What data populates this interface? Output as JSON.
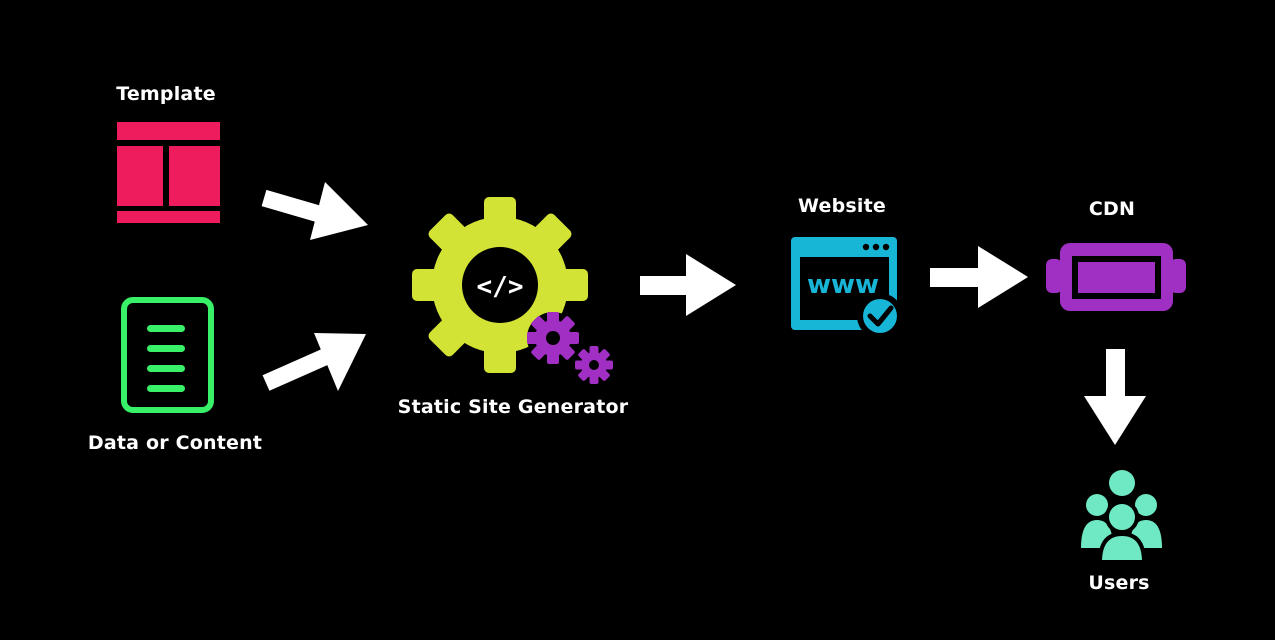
{
  "diagram": {
    "nodes": {
      "template": {
        "label": "Template",
        "color": "#ee1c5c",
        "icon": "template-layout-icon"
      },
      "data": {
        "label": "Data or Content",
        "color": "#39f069",
        "icon": "document-icon"
      },
      "ssg": {
        "label": "Static Site Generator",
        "code_symbol": "</>",
        "gear_color": "#d2e335",
        "small_gear_color": "#a12fc4",
        "icon": "gear-code-icon"
      },
      "website": {
        "label": "Website",
        "url_text": "www",
        "color": "#17b5d6",
        "icon": "browser-window-icon"
      },
      "cdn": {
        "label": "CDN",
        "color": "#a02fc4",
        "icon": "cdn-server-icon"
      },
      "users": {
        "label": "Users",
        "color": "#6ee9c4",
        "icon": "users-group-icon"
      }
    },
    "edges": [
      {
        "from": "template",
        "to": "ssg"
      },
      {
        "from": "data",
        "to": "ssg"
      },
      {
        "from": "ssg",
        "to": "website"
      },
      {
        "from": "website",
        "to": "cdn"
      },
      {
        "from": "cdn",
        "to": "users"
      }
    ],
    "arrow_color": "#ffffff",
    "background": "#000000"
  }
}
